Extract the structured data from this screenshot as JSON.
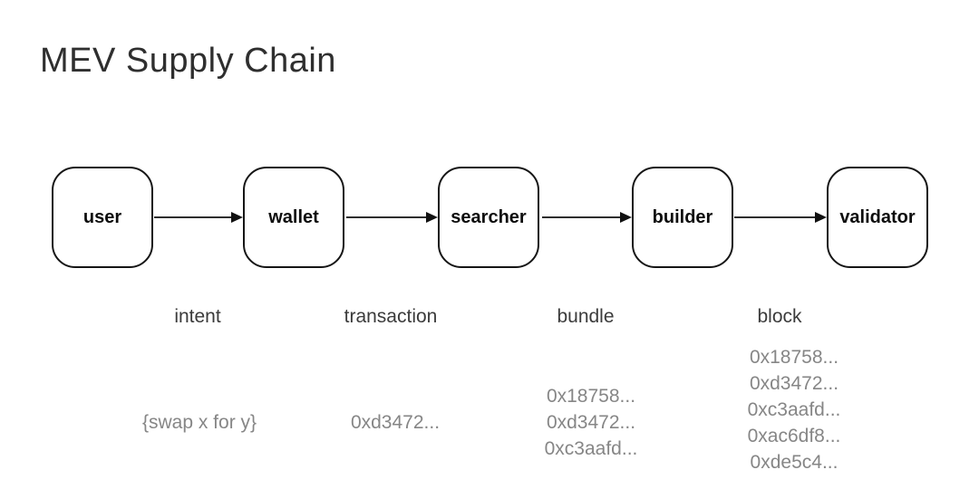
{
  "title": "MEV Supply Chain",
  "colors": {
    "background": "#ffffff",
    "node_border": "#161616",
    "node_text": "#0d0d0d",
    "arrow": "#2e2e2e",
    "flow_label_text": "#3b3b3b",
    "flow_value_text": "#868686"
  },
  "nodes": [
    {
      "label": "user"
    },
    {
      "label": "wallet"
    },
    {
      "label": "searcher"
    },
    {
      "label": "builder"
    },
    {
      "label": "validator"
    }
  ],
  "flows": [
    {
      "label": "intent",
      "values": [
        "{swap x for y}"
      ]
    },
    {
      "label": "transaction",
      "values": [
        "0xd3472..."
      ]
    },
    {
      "label": "bundle",
      "values": [
        "0x18758...",
        "0xd3472...",
        "0xc3aafd..."
      ]
    },
    {
      "label": "block",
      "values": [
        "0x18758...",
        "0xd3472...",
        "0xc3aafd...",
        "0xac6df8...",
        "0xde5c4..."
      ]
    }
  ]
}
